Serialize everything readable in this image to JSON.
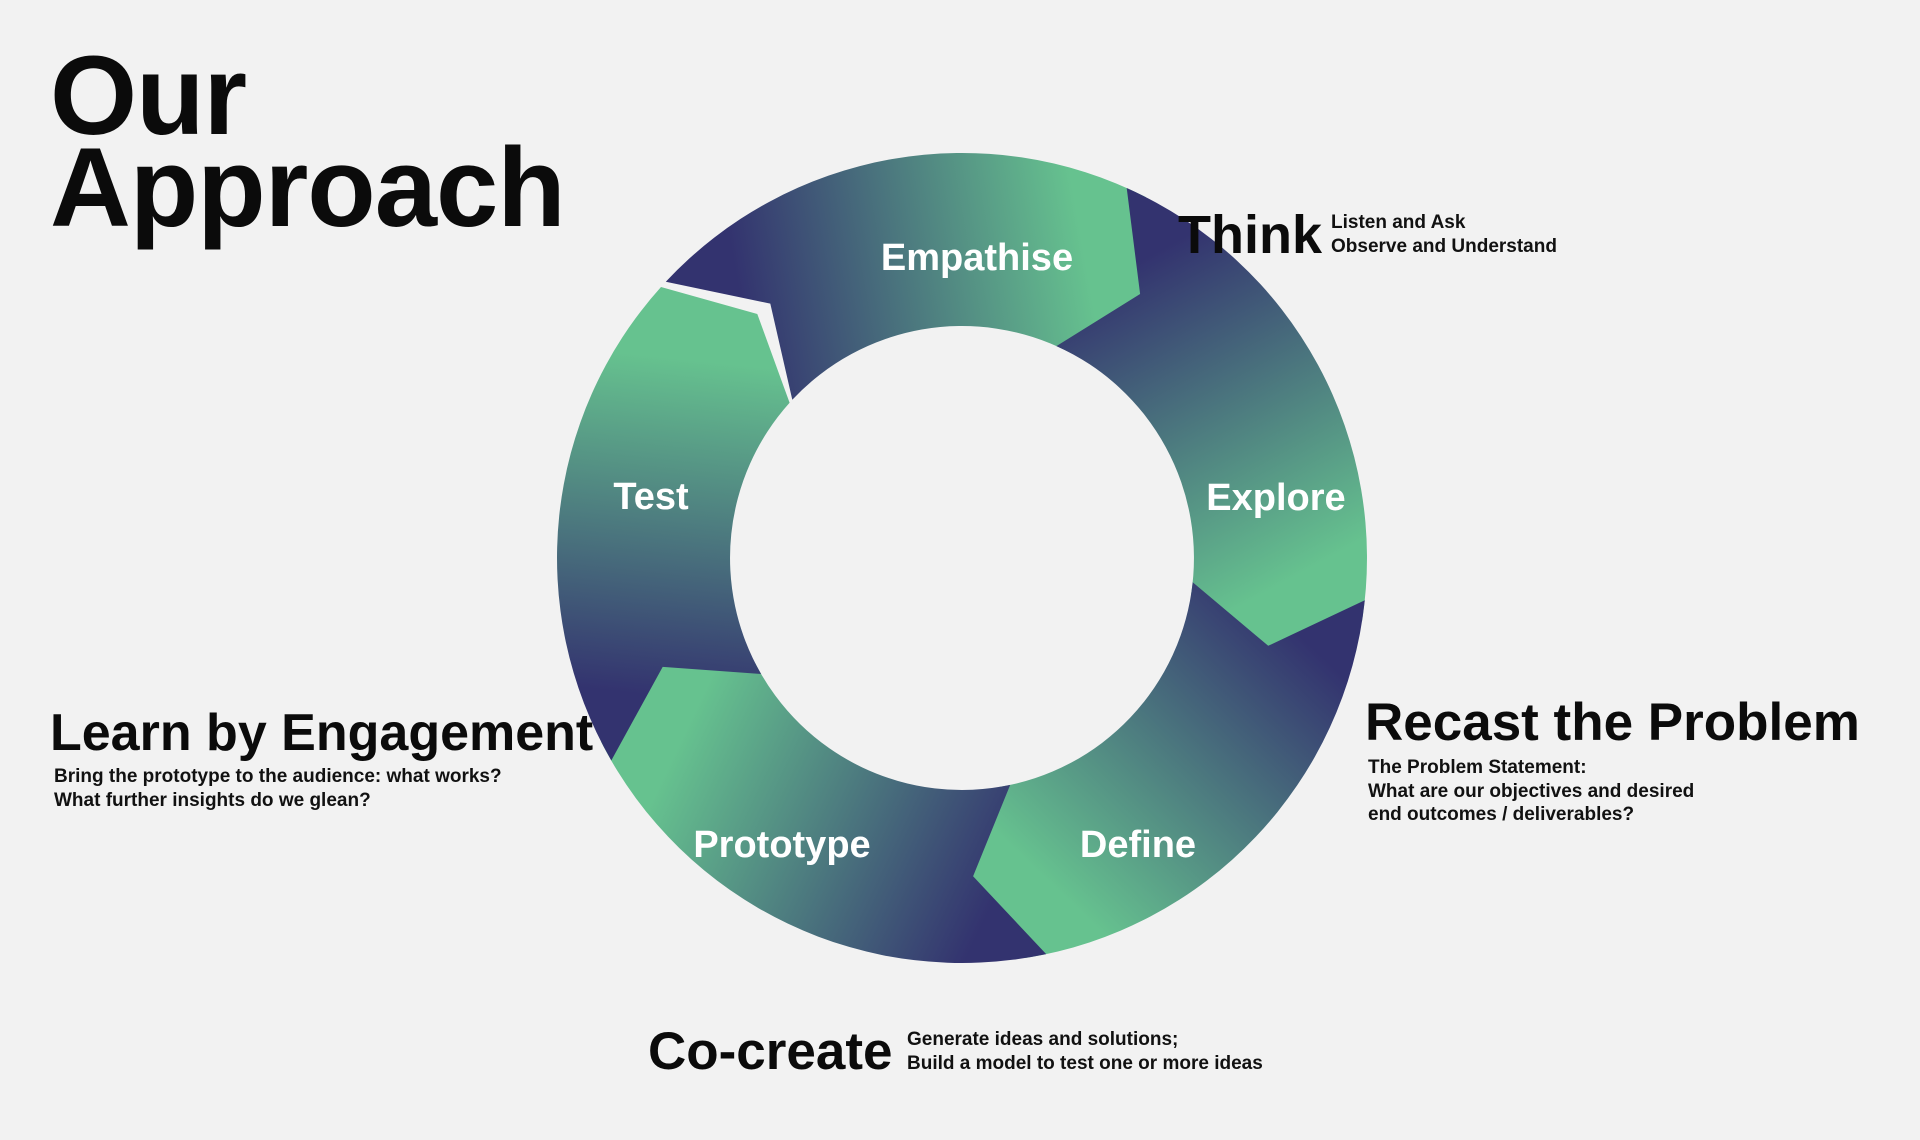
{
  "title": {
    "line1": "Our",
    "line2": "Approach"
  },
  "colors": {
    "background": "#f2f2f2",
    "gradient_dark": "#33336f",
    "gradient_light": "#66c28f",
    "text": "#0b0b0b",
    "segment_text": "#ffffff"
  },
  "cycle": {
    "segments": [
      {
        "label": "Empathise"
      },
      {
        "label": "Explore"
      },
      {
        "label": "Define"
      },
      {
        "label": "Prototype"
      },
      {
        "label": "Test"
      }
    ]
  },
  "notes": {
    "think": {
      "heading": "Think",
      "lines": [
        "Listen and Ask",
        "Observe and Understand"
      ]
    },
    "recast": {
      "heading": "Recast the Problem",
      "lines": [
        "The Problem Statement:",
        "What are our objectives and desired",
        "end outcomes / deliverables?"
      ]
    },
    "learn": {
      "heading": "Learn by Engagement",
      "lines": [
        "Bring the prototype to the audience: what works?",
        "What further insights do we glean?"
      ]
    },
    "cocreate": {
      "heading": "Co-create",
      "lines": [
        "Generate ideas and solutions;",
        "Build a model to test one or more ideas"
      ]
    }
  }
}
